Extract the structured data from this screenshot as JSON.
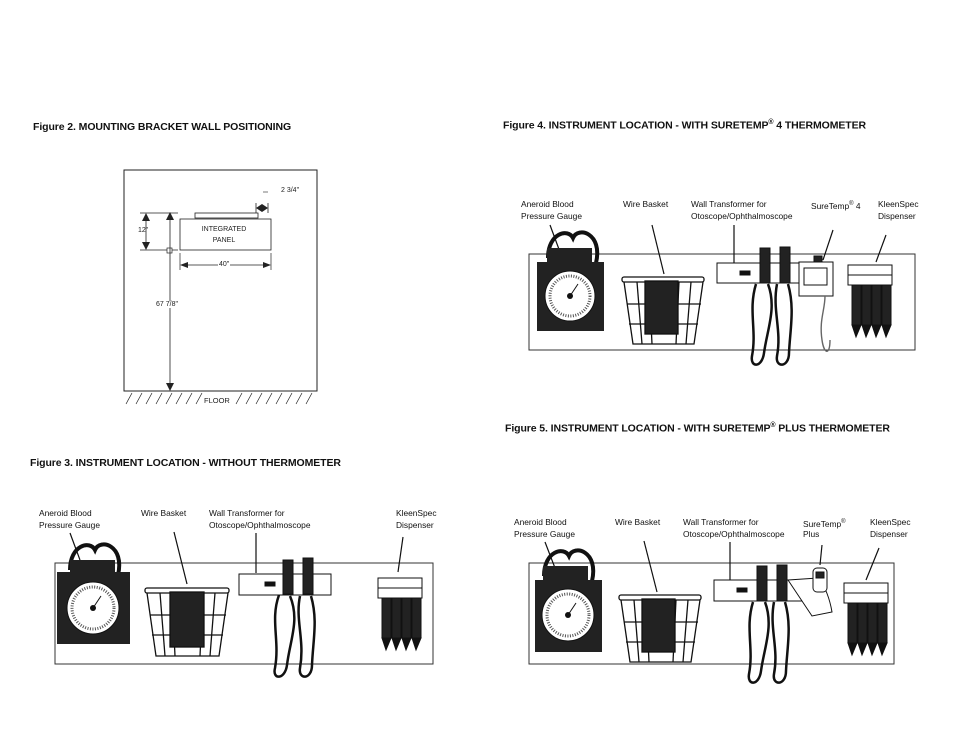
{
  "figure2": {
    "title": "Figure 2. MOUNTING BRACKET WALL POSITIONING",
    "dims": {
      "side": "2 3/4\"",
      "height_offset": "12\"",
      "width": "40\"",
      "height": "67 7/8\""
    },
    "panel_line1": "INTEGRATED",
    "panel_line2": "PANEL",
    "floor": "FLOOR"
  },
  "figure3": {
    "title": "Figure 3. INSTRUMENT LOCATION - WITHOUT THERMOMETER",
    "labels": {
      "aneroid1": "Aneroid Blood",
      "aneroid2": "Pressure Gauge",
      "basket": "Wire Basket",
      "transformer1": "Wall Transformer for",
      "transformer2": "Otoscope/Ophthalmoscope",
      "kleenspec1": "KleenSpec",
      "kleenspec2": "Dispenser"
    }
  },
  "figure4": {
    "title_pre": "Figure 4. INSTRUMENT LOCATION - WITH SURETEMP",
    "title_reg": "®",
    "title_post": " 4 THERMOMETER",
    "labels": {
      "aneroid1": "Aneroid Blood",
      "aneroid2": "Pressure Gauge",
      "basket": "Wire Basket",
      "transformer1": "Wall Transformer for",
      "transformer2": "Otoscope/Ophthalmoscope",
      "suretemp_pre": "SureTemp",
      "suretemp_reg": "®",
      "suretemp_post": " 4",
      "kleenspec1": "KleenSpec",
      "kleenspec2": "Dispenser"
    }
  },
  "figure5": {
    "title_pre": "Figure 5. INSTRUMENT LOCATION - WITH SURETEMP",
    "title_reg": "®",
    "title_post": " PLUS THERMOMETER",
    "labels": {
      "aneroid1": "Aneroid Blood",
      "aneroid2": "Pressure Gauge",
      "basket": "Wire Basket",
      "transformer1": "Wall Transformer for",
      "transformer2": "Otoscope/Ophthalmoscope",
      "suretemp_pre": "SureTemp",
      "suretemp_reg": "®",
      "suretemp_line2": "Plus",
      "kleenspec1": "KleenSpec",
      "kleenspec2": "Dispenser"
    }
  }
}
